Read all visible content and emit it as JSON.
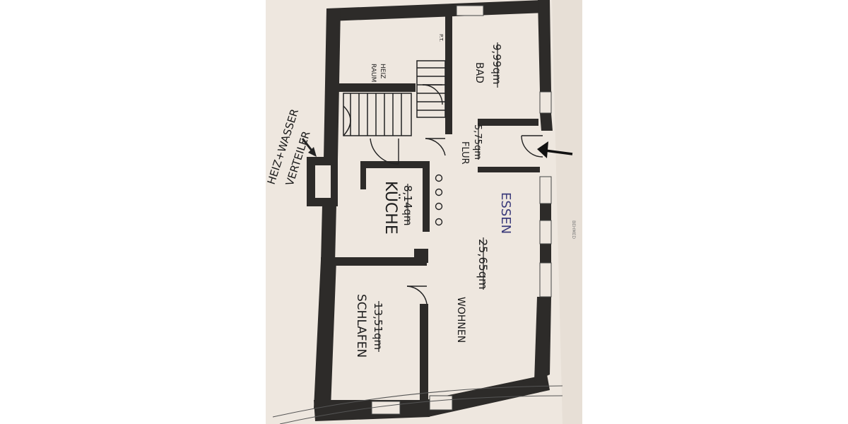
{
  "labels": {
    "heiz_raum_1": "HEIZ",
    "heiz_raum_2": "RAUM",
    "pt": "P.T.",
    "bad_name": "BAD",
    "bad_area": "9,99qm",
    "flur_name": "FLUR",
    "flur_area": "5,75qm",
    "kueche_name": "KÜCHE",
    "kueche_area": "8,14qm",
    "essen": "ESSEN",
    "wohnen_area": "25,65qm",
    "wohnen_name": "WOHNEN",
    "schlafen_name": "SCHLAFEN",
    "schlafen_area": "13,51qm",
    "verteiler_1": "HEIZ+WASSER",
    "verteiler_2": "VERTEILER",
    "stamp": "BEHMED"
  },
  "colors": {
    "wall": "#2d2b29",
    "paper": "#f1ebe4",
    "ink": "#1c1c1c",
    "blue_ink": "#3a3a7a"
  },
  "icons": {
    "entry_arrow": "arrow-left-icon",
    "verteiler_arrow": "arrow-down-right-icon"
  }
}
